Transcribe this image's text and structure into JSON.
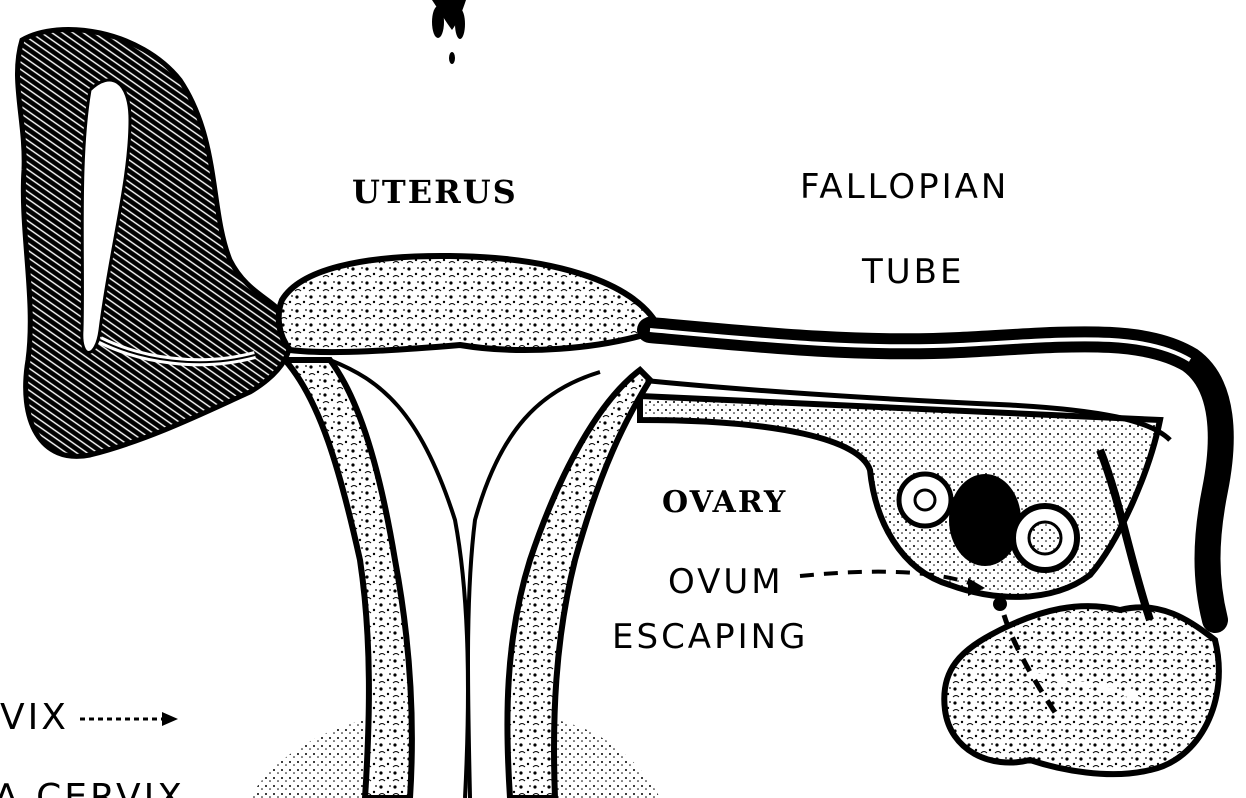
{
  "labels": {
    "uterus": "UTERUS",
    "fallopian": "FALLOPIAN",
    "tube": "TUBE",
    "ovary": "OVARY",
    "ovum": "OVUM",
    "escaping": "ESCAPING",
    "cervix_left": "VIX",
    "cervix_bottom": "A CERVIX"
  },
  "colors": {
    "ink": "#000000",
    "paper": "#ffffff"
  }
}
